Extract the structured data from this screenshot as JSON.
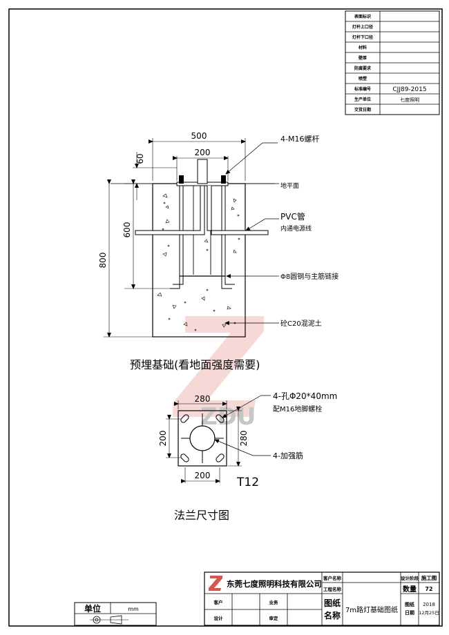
{
  "spec_table": {
    "rows": [
      {
        "label": "表面标识",
        "value": ""
      },
      {
        "label": "灯杆上口径",
        "value": ""
      },
      {
        "label": "灯杆下口径",
        "value": ""
      },
      {
        "label": "材料",
        "value": ""
      },
      {
        "label": "壁厚",
        "value": ""
      },
      {
        "label": "防腐要求",
        "value": ""
      },
      {
        "label": "喷塑",
        "value": ""
      },
      {
        "label": "标准编号",
        "value": "CJJ89-2015"
      },
      {
        "label": "生产单位",
        "value": "七度照明"
      },
      {
        "label": "交货日期",
        "value": ""
      }
    ]
  },
  "foundation": {
    "dim_500": "500",
    "dim_200": "200",
    "dim_60": "60",
    "dim_600": "600",
    "dim_800": "800",
    "callout_bolt": "4-M16螺杆",
    "callout_ground": "地平面",
    "callout_pvc": "PVC管",
    "callout_pvc_sub": "内通电源线",
    "callout_rebar": "Φ8圆钢与主筋链接",
    "callout_concrete": "砼C20混泥土",
    "title": "预埋基础(看地面强度需要)"
  },
  "flange": {
    "dim_top": "280",
    "dim_left": "200",
    "dim_right": "280",
    "dim_bottom": "200",
    "callout_holes": "4-孔Φ20*40mm",
    "callout_holes_sub": "配M16地脚螺栓",
    "callout_rib": "4-加强筋",
    "thickness": "T12",
    "title": "法兰尺寸图"
  },
  "title_block": {
    "company": "东莞七度照明科技有限公司",
    "customer_label": "客户名称",
    "project_label": "工程名称",
    "design_stage_label": "设计阶段",
    "design_stage_value": "施工图",
    "quantity_label": "数量",
    "quantity_value": "72",
    "client_label": "客户",
    "business_label": "业务",
    "design_label": "设计",
    "review_label": "审定",
    "drawing_name_label_1": "图纸",
    "drawing_name_label_2": "名称",
    "drawing_name_value": "7m路灯基础图纸",
    "drawing_date_label_1": "图纸",
    "drawing_date_label_2": "日期",
    "drawing_date_value_1": "2018",
    "drawing_date_value_2": "12月25日"
  },
  "unit_block": {
    "label": "单位",
    "value": "mm"
  },
  "watermark_letters": "ZDU"
}
